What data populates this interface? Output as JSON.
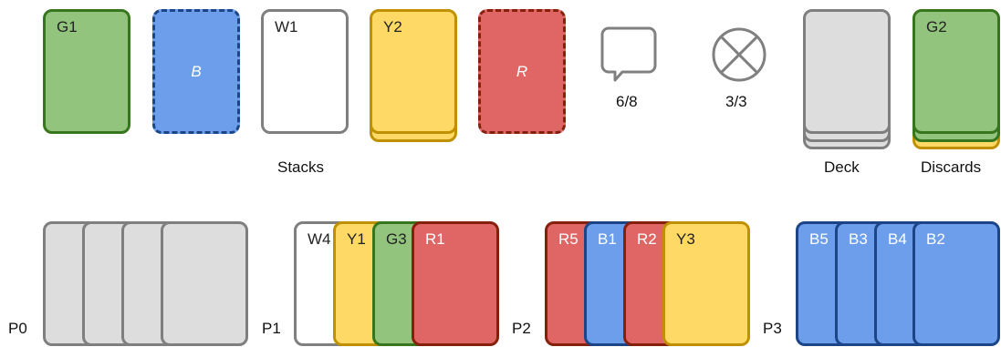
{
  "stacks": {
    "label": "Stacks",
    "cards": [
      {
        "label": "G1",
        "color": "green"
      },
      {
        "label": "B",
        "color": "blue",
        "empty": true
      },
      {
        "label": "W1",
        "color": "white"
      },
      {
        "label": "Y2",
        "color": "yellow"
      },
      {
        "label": "R",
        "color": "red",
        "empty": true
      }
    ]
  },
  "hints": {
    "value": "6/8",
    "icon": "speech-bubble-icon"
  },
  "fuses": {
    "value": "3/3",
    "icon": "crossed-circle-icon"
  },
  "deck": {
    "label": "Deck"
  },
  "discards": {
    "label": "Discards",
    "top_card": "G2"
  },
  "players": [
    {
      "name": "P0",
      "cards": [
        "",
        "",
        "",
        ""
      ]
    },
    {
      "name": "P1",
      "cards": [
        "W4",
        "Y1",
        "G3",
        "R1"
      ]
    },
    {
      "name": "P2",
      "cards": [
        "R5",
        "B1",
        "R2",
        "Y3"
      ]
    },
    {
      "name": "P3",
      "cards": [
        "B5",
        "B3",
        "B4",
        "B2"
      ]
    }
  ],
  "colors": {
    "green": "#93c47d",
    "blue": "#6d9eeb",
    "white": "#ffffff",
    "yellow": "#ffd966",
    "red": "#e06666",
    "gray": "#dddddd"
  }
}
